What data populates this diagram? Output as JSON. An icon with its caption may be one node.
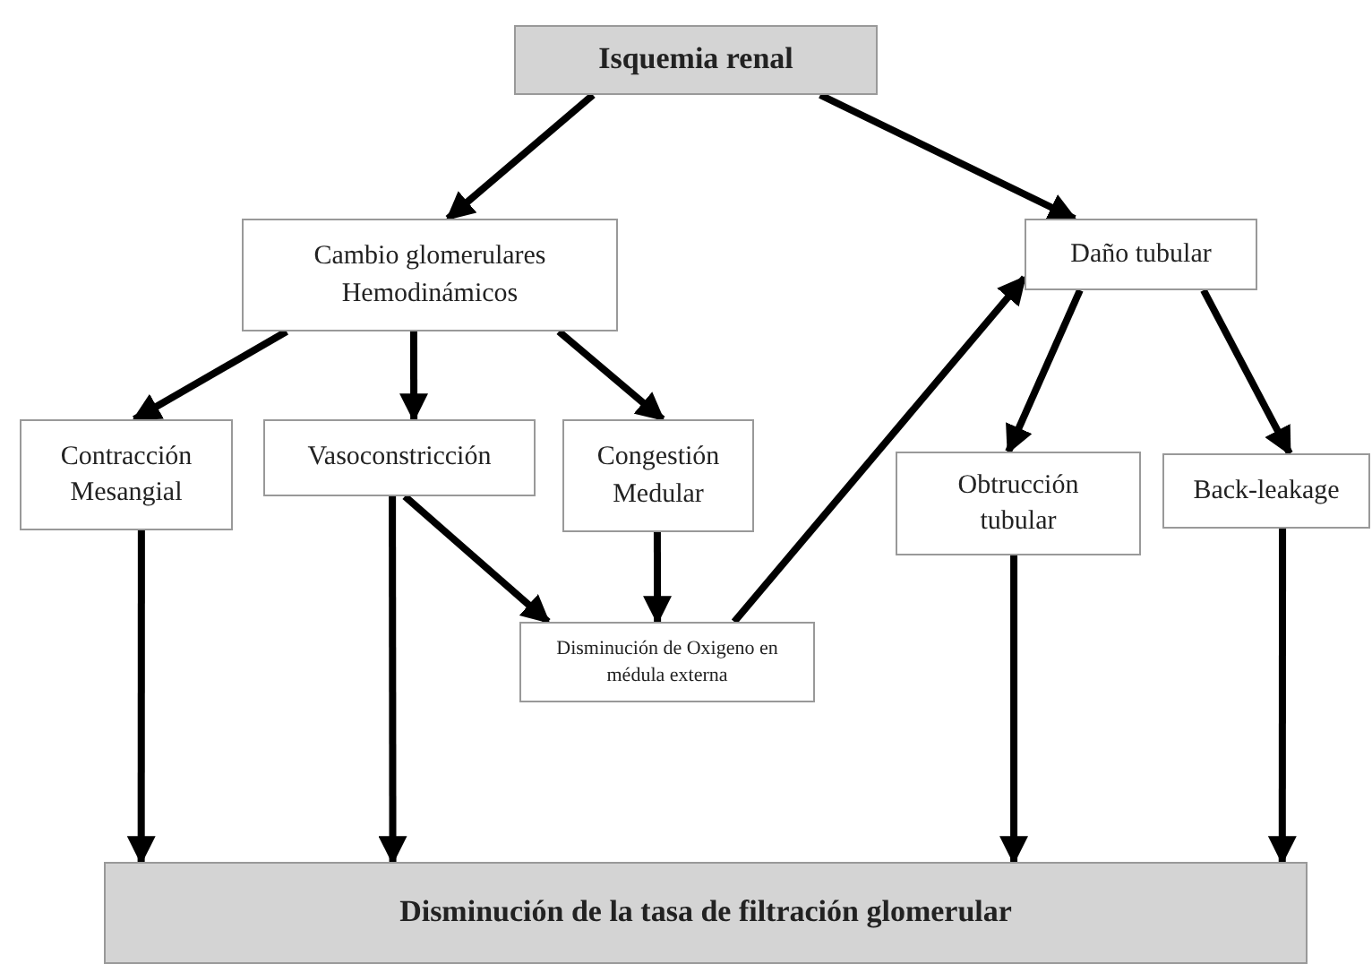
{
  "diagram": {
    "nodes": [
      {
        "text": [
          "Isquemia renal"
        ]
      },
      {
        "text": [
          "Cambio glomerulares Hemodinámicos"
        ]
      },
      {
        "text": [
          "Daño tubular"
        ]
      },
      {
        "text": [
          "Contracción Mesangial"
        ]
      },
      {
        "text": [
          "Vasoconstricción"
        ]
      },
      {
        "text": [
          "Congestión Medular"
        ]
      },
      {
        "text": [
          "Obtrucción tubular"
        ]
      },
      {
        "text": [
          "Back-leakage"
        ]
      },
      {
        "text": [
          "Disminución de Oxigeno en médula externa"
        ]
      },
      {
        "text": [
          "Disminución de la tasa de filtración glomerular"
        ]
      }
    ],
    "edges": [
      {
        "from": 0,
        "to": 1,
        "arrow": "to"
      },
      {
        "from": 0,
        "to": 2,
        "arrow": "to"
      },
      {
        "from": 1,
        "to": 3,
        "arrow": "to"
      },
      {
        "from": 1,
        "to": 4,
        "arrow": "to"
      },
      {
        "from": 1,
        "to": 5,
        "arrow": "to"
      },
      {
        "from": 2,
        "to": 6,
        "arrow": "to"
      },
      {
        "from": 2,
        "to": 7,
        "arrow": "to"
      },
      {
        "from": 4,
        "to": 8,
        "arrow": "to"
      },
      {
        "from": 5,
        "to": 8,
        "arrow": "to"
      },
      {
        "from": 8,
        "to": 2,
        "arrow": "to"
      },
      {
        "from": 3,
        "to": 9,
        "arrow": "to"
      },
      {
        "from": 4,
        "to": 9,
        "arrow": "to"
      },
      {
        "from": 6,
        "to": 9,
        "arrow": "to"
      },
      {
        "from": 7,
        "to": 9,
        "arrow": "to"
      }
    ]
  }
}
